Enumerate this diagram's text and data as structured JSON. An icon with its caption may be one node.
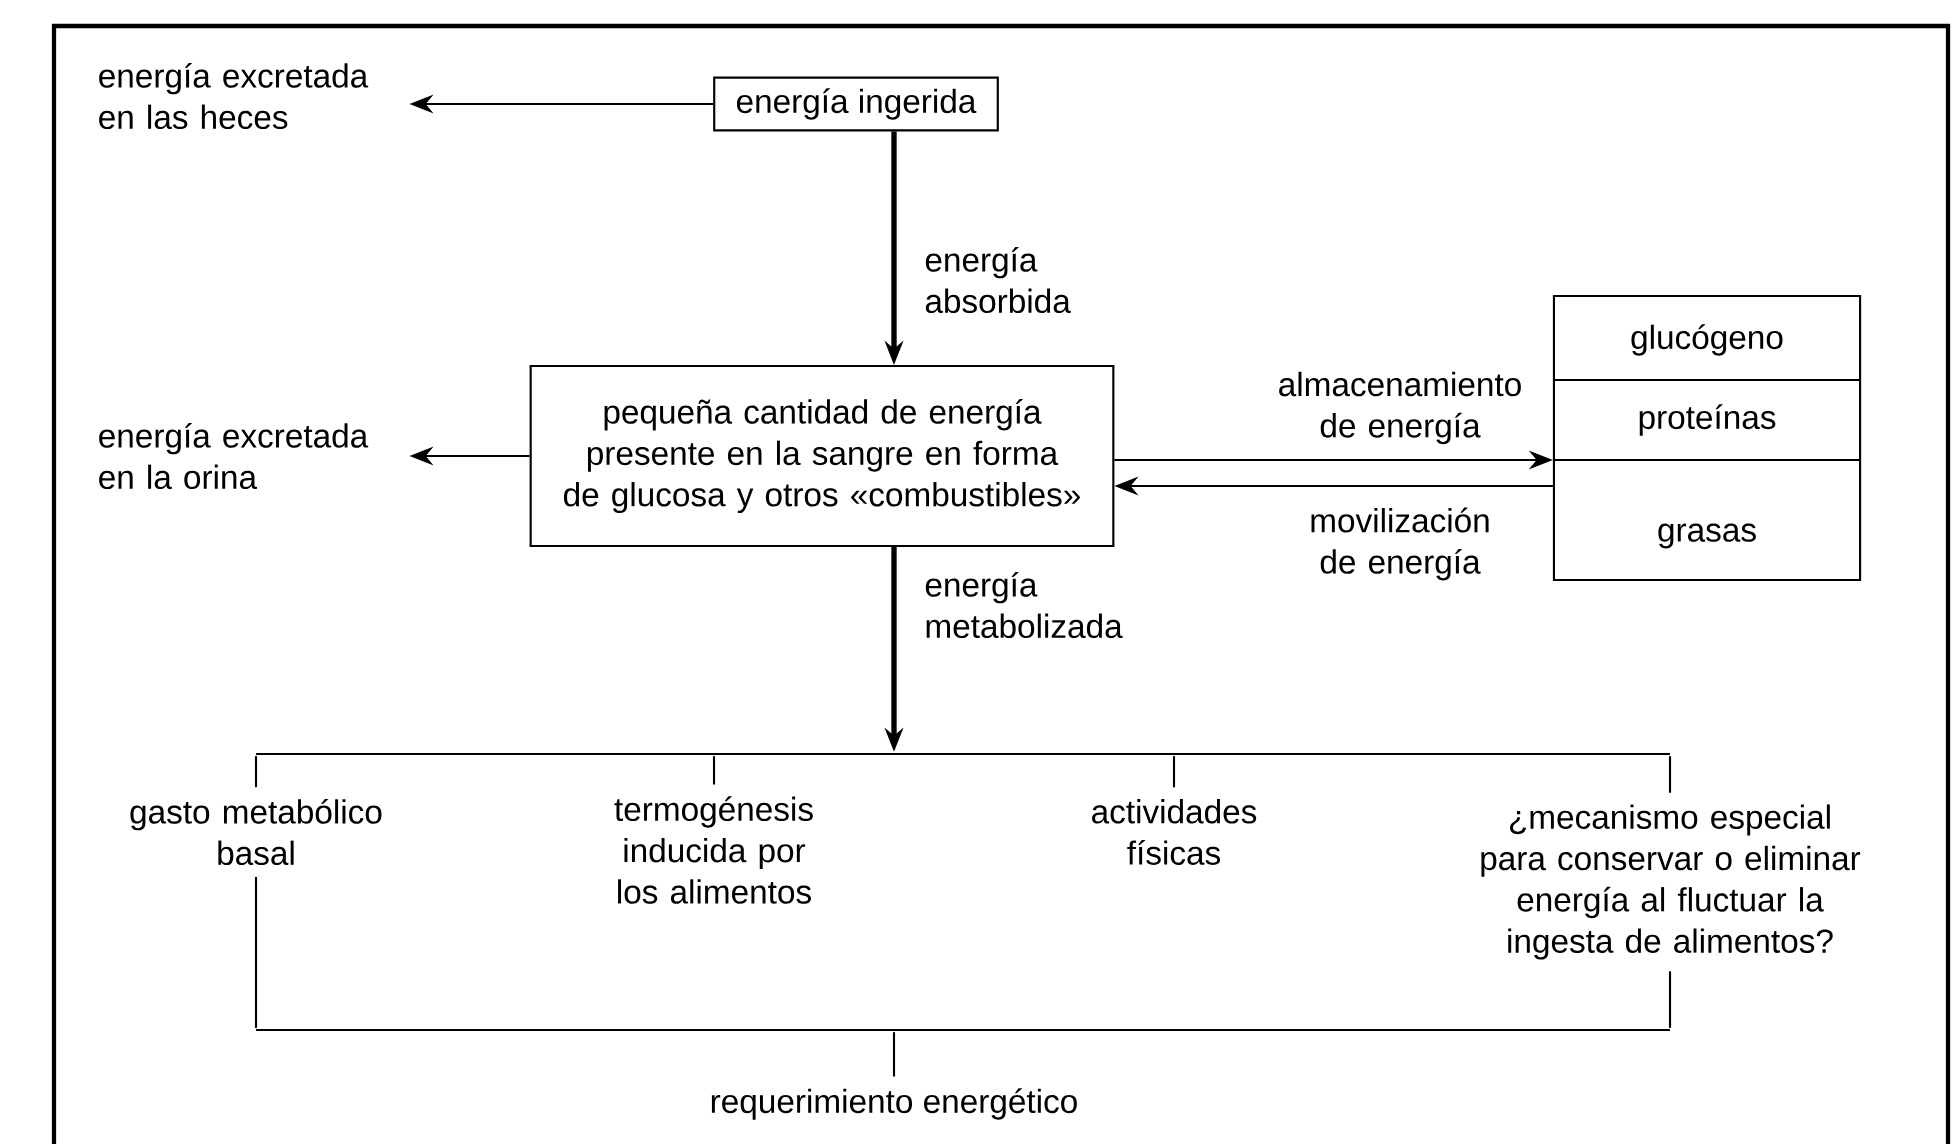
{
  "diagram": {
    "nodes": [
      {
        "text": [
          "energía ingerida"
        ]
      },
      {
        "text": [
          "energía excretada en las heces"
        ]
      },
      {
        "text": [
          "pequeña cantidad de energía presente en la sangre en forma de glucosa y otros «combustibles»"
        ]
      },
      {
        "text": [
          "energía excretada en la orina"
        ]
      },
      {
        "text": [
          "glucógeno",
          "proteínas",
          "grasas"
        ]
      },
      {
        "text": [
          "gasto metabólico basal"
        ]
      },
      {
        "text": [
          "termogénesis inducida por los alimentos"
        ]
      },
      {
        "text": [
          "actividades físicas"
        ]
      },
      {
        "text": [
          "¿mecanismo especial para conservar o eliminar energía al fluctuar la ingesta de alimentos?"
        ]
      },
      {
        "text": [
          "requerimiento energético"
        ]
      },
      {
        "text": [],
        "shape": "bar"
      },
      {
        "text": [],
        "shape": "bar"
      }
    ],
    "edges": [
      {
        "from": 0,
        "to": 1,
        "arrow": "to"
      },
      {
        "from": 0,
        "to": 2,
        "arrow": "to",
        "label": "energía absorbida",
        "style": "thick"
      },
      {
        "from": 2,
        "to": 3,
        "arrow": "to"
      },
      {
        "from": 2,
        "to": 4,
        "arrow": "to",
        "label": "almacenamiento de energía"
      },
      {
        "from": 4,
        "to": 2,
        "arrow": "to",
        "label": "movilización de energía"
      },
      {
        "from": 2,
        "to": 10,
        "arrow": "to",
        "label": "energía metabolizada",
        "style": "thick"
      },
      {
        "from": 10,
        "to": 5,
        "arrow": "none"
      },
      {
        "from": 10,
        "to": 6,
        "arrow": "none"
      },
      {
        "from": 10,
        "to": 7,
        "arrow": "none"
      },
      {
        "from": 10,
        "to": 8,
        "arrow": "none"
      },
      {
        "from": 5,
        "to": 11,
        "arrow": "none"
      },
      {
        "from": 8,
        "to": 11,
        "arrow": "none"
      },
      {
        "from": 11,
        "to": 9,
        "arrow": "none"
      }
    ]
  }
}
